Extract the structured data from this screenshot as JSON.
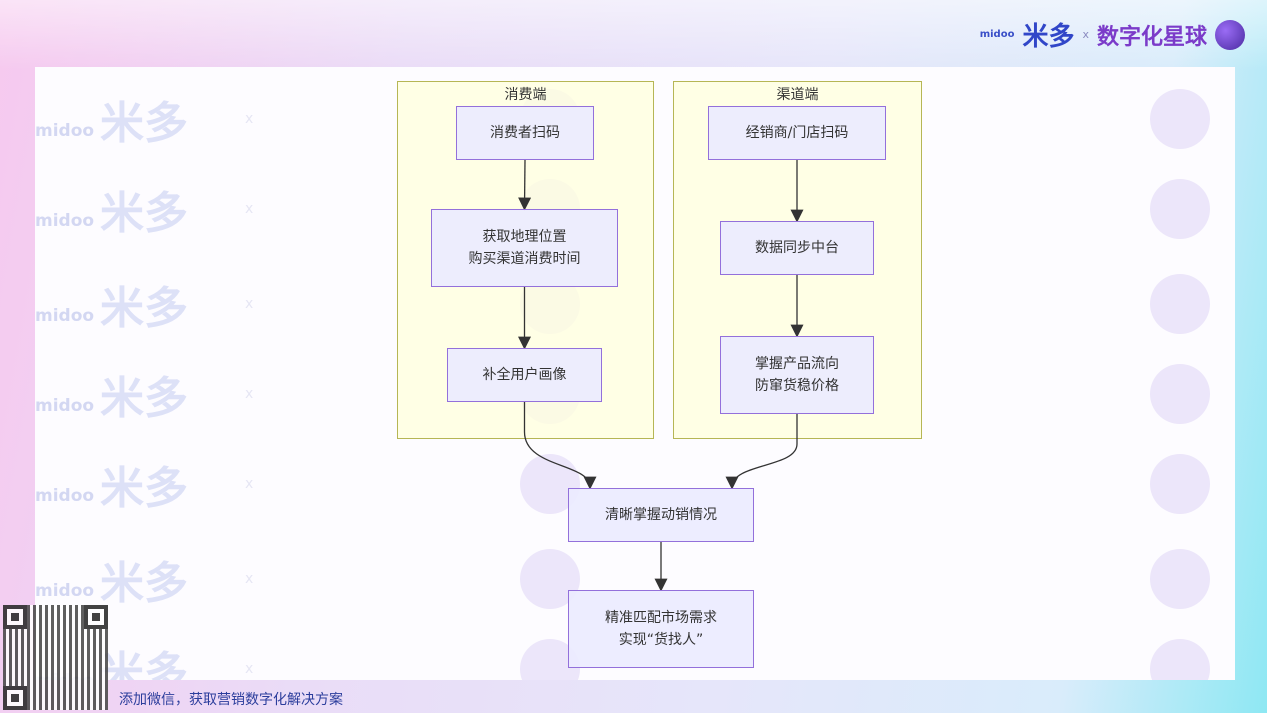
{
  "brand": {
    "midoo": "midoo",
    "name": "米多",
    "x": "x",
    "partner": "数字化星球"
  },
  "watermark": {
    "logo": "midoo",
    "name": "米多",
    "x": "x",
    "partner": "数字化星球"
  },
  "diagram": {
    "subgraphs": [
      {
        "title": "消费端"
      },
      {
        "title": "渠道端"
      }
    ],
    "nodes": {
      "c1": [
        "消费者扫码"
      ],
      "c2": [
        "获取地理位置",
        "购买渠道消费时间"
      ],
      "c3": [
        "补全用户画像"
      ],
      "d1": [
        "经销商/门店扫码"
      ],
      "d2": [
        "数据同步中台"
      ],
      "d3": [
        "掌握产品流向",
        "防窜货稳价格"
      ],
      "m1": [
        "清晰掌握动销情况"
      ],
      "m2": [
        "精准匹配市场需求",
        "实现“货找人”"
      ]
    },
    "edges": [
      [
        "c1",
        "c2"
      ],
      [
        "c2",
        "c3"
      ],
      [
        "d1",
        "d2"
      ],
      [
        "d2",
        "d3"
      ],
      [
        "c3",
        "m1"
      ],
      [
        "d3",
        "m1"
      ],
      [
        "m1",
        "m2"
      ]
    ]
  },
  "footer": {
    "cta": "添加微信，获取营销数字化解决方案"
  },
  "colors": {
    "node_fill": "#ECECFF",
    "node_border": "#9370DB",
    "cluster_fill": "#FFFFDE",
    "cluster_border": "#AAAA33",
    "edge": "#333333"
  }
}
